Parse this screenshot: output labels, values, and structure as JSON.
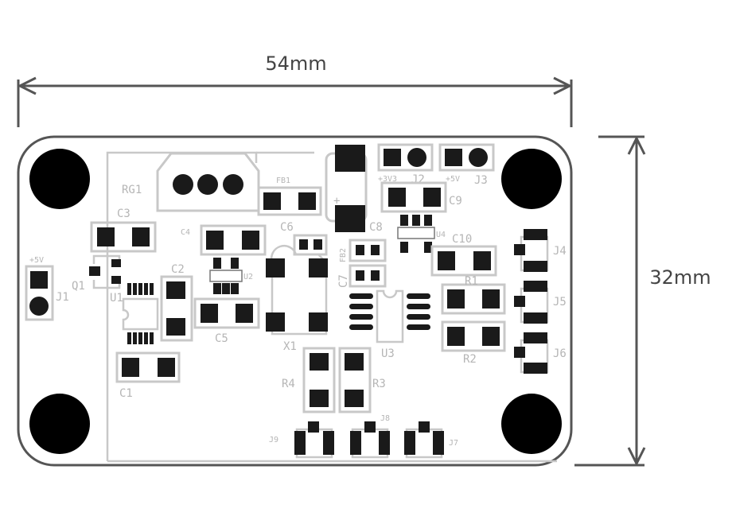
{
  "dimensions": {
    "width": "54mm",
    "height": "32mm"
  },
  "labels": {
    "RG1": "RG1",
    "FB1": "FB1",
    "FB2": "FB2",
    "C1": "C1",
    "C2": "C2",
    "C3": "C3",
    "C4": "C4",
    "C5": "C5",
    "C6": "C6",
    "C7": "C7",
    "C8": "C8",
    "C9": "C9",
    "C10": "C10",
    "Q1": "Q1",
    "U1": "U1",
    "U2": "U2",
    "U3": "U3",
    "U4": "U4",
    "X1": "X1",
    "R1": "R1",
    "R2": "R2",
    "R3": "R3",
    "R4": "R4",
    "J1": "J1",
    "J2": "J2",
    "J3": "J3",
    "J4": "J4",
    "J5": "J5",
    "J6": "J6",
    "J7": "J7",
    "J8": "J8",
    "J9": "J9",
    "plus5v_j1": "+5V",
    "plus3v3_j2": "+3V3",
    "plus5v_j3": "+5V",
    "polarity": "+"
  }
}
